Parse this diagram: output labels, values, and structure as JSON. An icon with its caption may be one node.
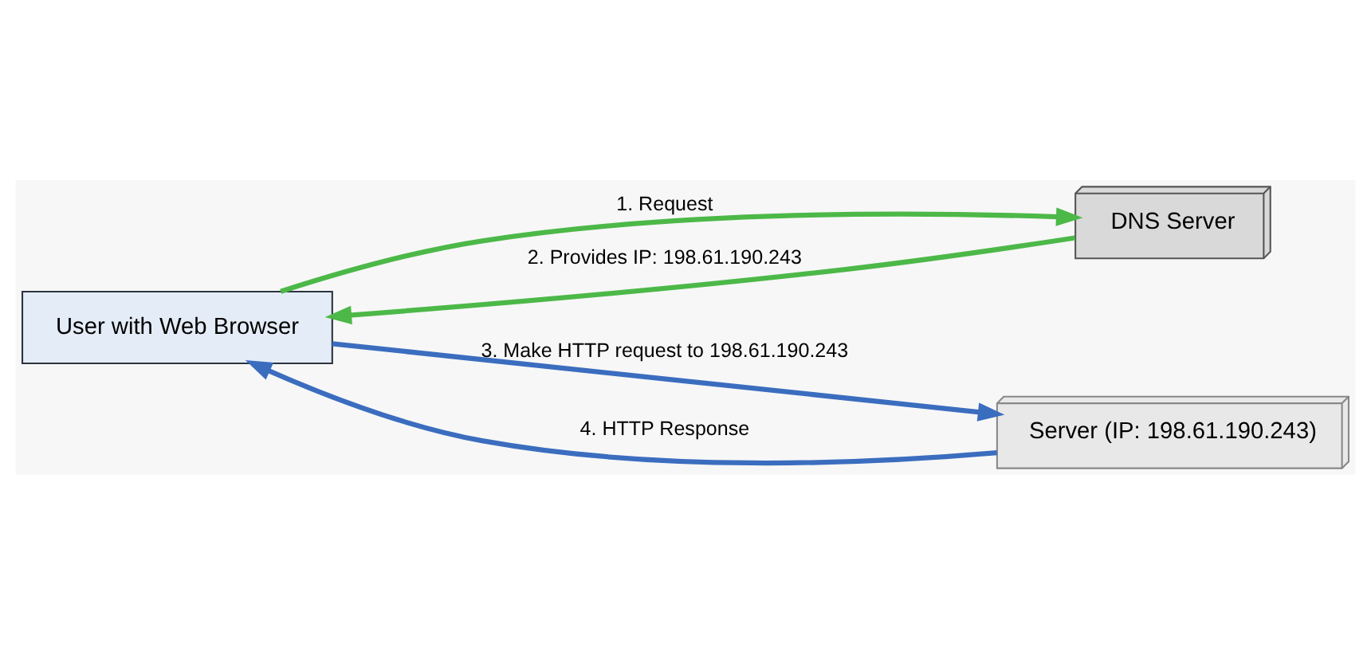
{
  "diagram": {
    "nodes": [
      {
        "text": [
          "User with Web Browser"
        ]
      },
      {
        "text": [
          "DNS Server"
        ]
      },
      {
        "text": [
          "Server (IP: 198.61.190.243)"
        ]
      }
    ],
    "edges": [
      {
        "from": 0,
        "to": 1,
        "arrow": "to",
        "label": "1. Request",
        "color": "#4cb848"
      },
      {
        "from": 1,
        "to": 0,
        "arrow": "to",
        "label": "2. Provides IP: 198.61.190.243",
        "color": "#4cb848"
      },
      {
        "from": 0,
        "to": 2,
        "arrow": "to",
        "label": "3. Make HTTP request to 198.61.190.243",
        "color": "#3b6dbf"
      },
      {
        "from": 2,
        "to": 0,
        "arrow": "to",
        "label": "4. HTTP Response",
        "color": "#3b6dbf"
      }
    ]
  }
}
